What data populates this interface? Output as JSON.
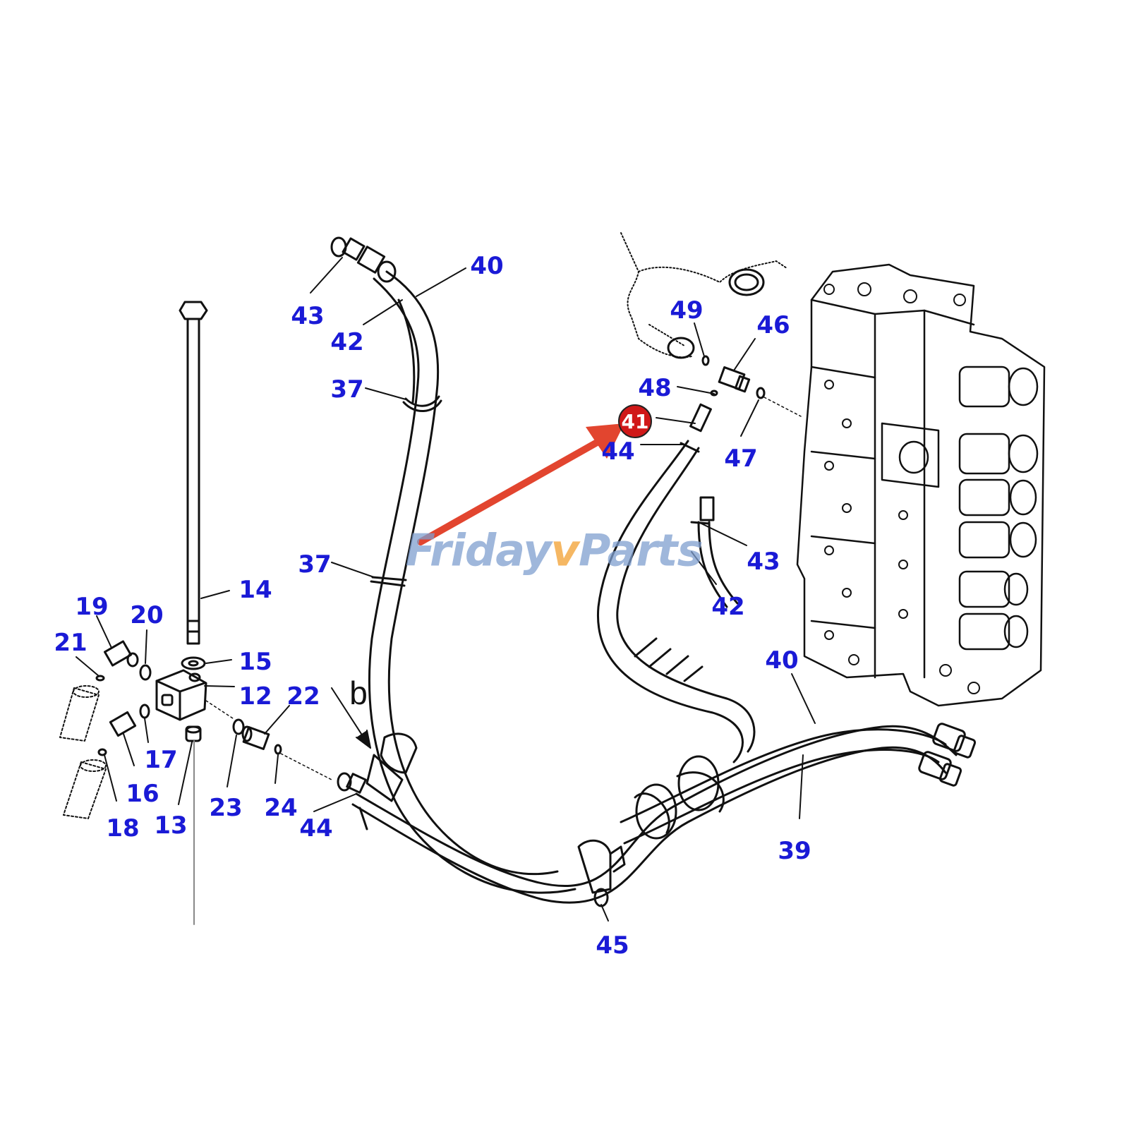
{
  "diagram": {
    "callouts": {
      "c40a": "40",
      "c43a": "43",
      "c42a": "42",
      "c37a": "37",
      "c37b": "37",
      "c49": "49",
      "c46": "46",
      "c48": "48",
      "c44a": "44",
      "c47": "47",
      "c43b": "43",
      "c42b": "42",
      "c40b": "40",
      "c39": "39",
      "c45": "45",
      "c14": "14",
      "c19": "19",
      "c20": "20",
      "c21": "21",
      "c15": "15",
      "c12": "12",
      "c22": "22",
      "c17": "17",
      "c16": "16",
      "c18": "18",
      "c13": "13",
      "c23": "23",
      "c24": "24",
      "c44b": "44"
    },
    "highlighted_part": "41",
    "view_letter": "b",
    "colors": {
      "callout_text": "#1a1ad6",
      "highlight": "#d01818",
      "arrow": "#e2452f",
      "line_art": "#111111"
    }
  },
  "watermark": {
    "part1": "Friday",
    "accent": "v",
    "part2": "Parts"
  }
}
